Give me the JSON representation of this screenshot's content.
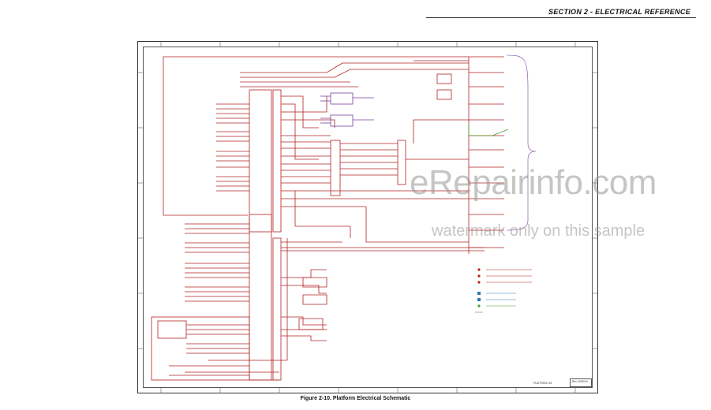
{
  "header": {
    "section_title": "SECTION 2 - ELECTRICAL REFERENCE"
  },
  "figure": {
    "caption": "Figure 2-10.  Platform Electrical Schematic",
    "part_number": "PLATFORM 123",
    "revision": "Rev. 00/00/00"
  },
  "watermark": {
    "main": "eRepairinfo.com",
    "sub": "watermark only on this sample"
  },
  "colors": {
    "wire": "#b22222",
    "violet": "#7b3fa0",
    "green_wire": "#4a9a2a",
    "frame": "#333333",
    "watermark": "#969696"
  }
}
